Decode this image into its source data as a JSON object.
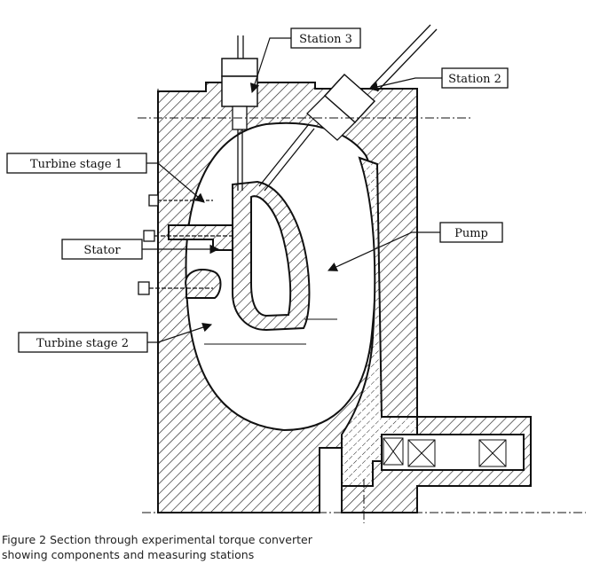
{
  "labels": {
    "station3": "Station 3",
    "station2": "Station 2",
    "turbine_stage_1": "Turbine stage 1",
    "stator": "Stator",
    "pump": "Pump",
    "turbine_stage_2": "Turbine stage 2"
  },
  "caption": {
    "line1": "Figure 2 Section through experimental torque converter",
    "line2": "showing components and measuring stations"
  }
}
